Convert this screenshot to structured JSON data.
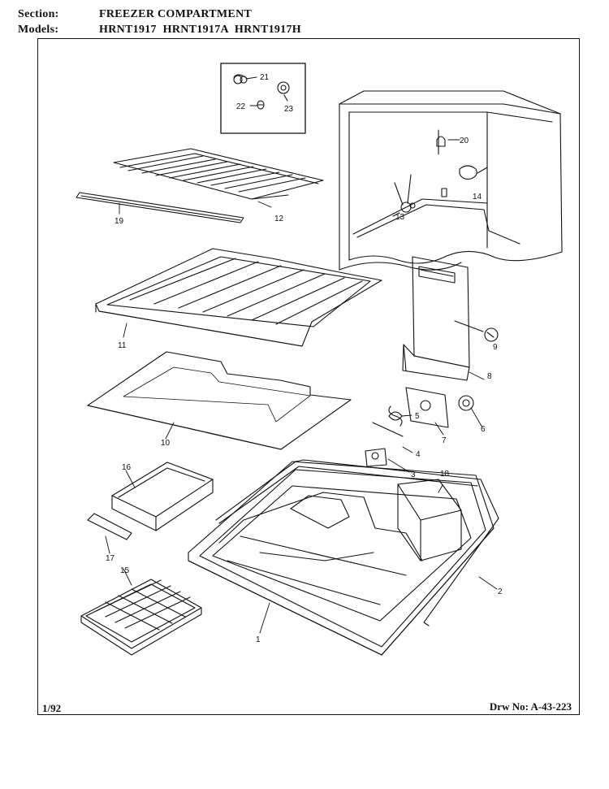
{
  "header": {
    "section_label": "Section:",
    "section_value": "FREEZER COMPARTMENT",
    "models_label": "Models:",
    "models_value": "HRNT1917  HRNT1917A  HRNT1917H"
  },
  "footer": {
    "date": "1/92",
    "drawing_number": "Drw No: A-43-223"
  },
  "callouts": {
    "c1": "1",
    "c2": "2",
    "c3": "3",
    "c4": "4",
    "c5": "5",
    "c6": "6",
    "c7": "7",
    "c8": "8",
    "c9": "9",
    "c10": "10",
    "c11": "11",
    "c12": "12",
    "c13": "13",
    "c14": "14",
    "c15": "15",
    "c16": "16",
    "c17": "17",
    "c18": "18",
    "c19": "19",
    "c20": "20",
    "c21": "21",
    "c22": "22",
    "c23": "23"
  }
}
